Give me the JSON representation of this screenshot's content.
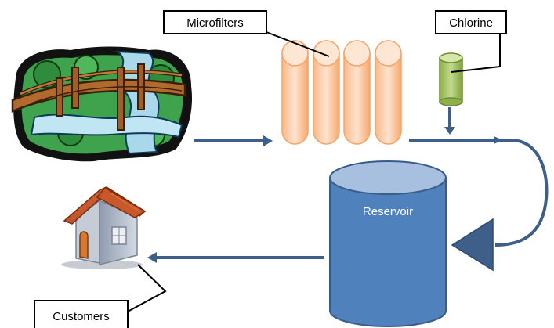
{
  "labels": {
    "microfilters": "Microfilters",
    "chlorine": "Chlorine",
    "reservoir": "Reservoir",
    "customers": "Customers"
  },
  "icons": {
    "source": "river-bridge-icon",
    "filters": "filter-cylinders-icon",
    "chlorine": "chlorine-canister-icon",
    "reservoir": "reservoir-tank-icon",
    "customers": "house-icon"
  },
  "colors": {
    "flow_arrow": "#3E5F8A",
    "reservoir": "#4F81BD",
    "reservoir_top": "#9BB6DB",
    "filter": "#FAC090",
    "chlorine": "#9BBB59",
    "house_roof": "#C0552A"
  }
}
